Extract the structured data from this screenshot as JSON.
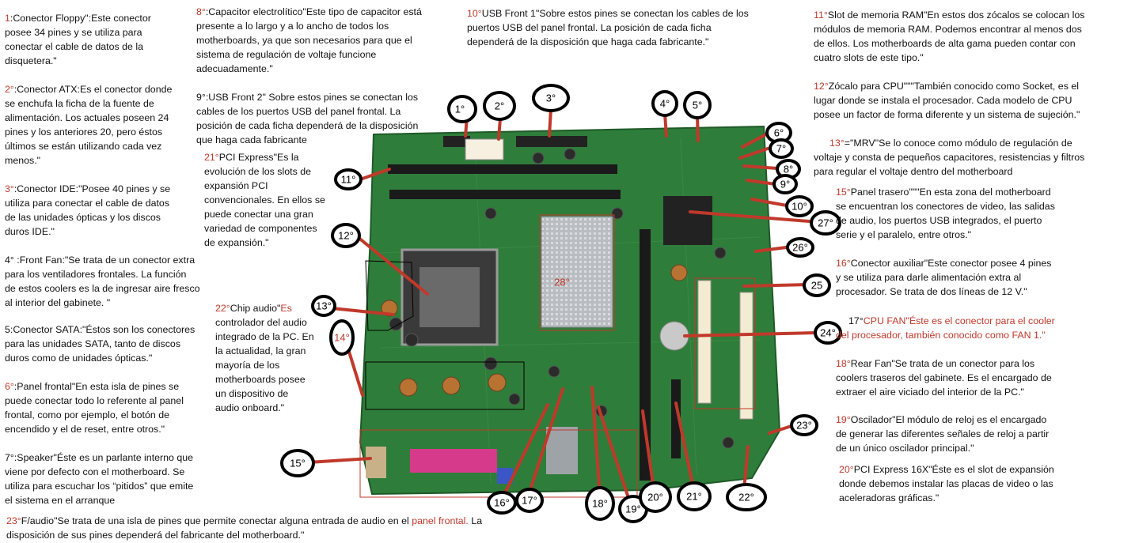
{
  "notes": {
    "n1": {
      "num": "1",
      "text": ":Conector Floppy\":Este conector\nposee 34 pines y se utiliza para\nconectar el cable de datos de la\ndisquetera.\""
    },
    "n2": {
      "num": "2°",
      "text": ":Conector ATX:Es el conector donde\nse enchufa la ficha de la fuente de\nalimentación. Los actuales poseen 24\npines y los anteriores 20, pero éstos\núltimos se están utilizando cada vez\nmenos.\""
    },
    "n3": {
      "num": "3°",
      "text": ":Conector IDE:\"Posee 40 pines y se\nutiliza para conectar el cable de datos\nde las unidades ópticas y los discos\nduros IDE.\""
    },
    "n4": {
      "num": "4° ",
      "text": ":Front Fan:\"Se trata de un conector extra\npara los ventiladores frontales. La función\nde estos coolers es la de ingresar aire fresco\nal interior del gabinete. \""
    },
    "n5": {
      "num": "5",
      "text": ":Conector SATA:\"Éstos son los conectores\npara las unidades SATA, tanto de discos\nduros como de unidades ópticas.\""
    },
    "n6": {
      "num": "6°",
      "text": ":Panel frontal\"En esta isla de pines se\npuede conectar todo lo referente al panel\nfrontal, como por ejemplo, el botón de\nencendido y el de reset, entre otros.\""
    },
    "n7": {
      "num": "7°",
      "text": ":Speaker\"Éste es un parlante interno que\nviene por defecto con el motherboard. Se\nutiliza para escuchar los “pitidos” que emite\nel sistema en el arranque"
    },
    "n8": {
      "num": "8°",
      "text": ":Capacitor electrolítico\"Este tipo de capacitor está\npresente a lo largo y a lo ancho de todos los\nmotherboards, ya que son necesarios para que el\nsistema de regulación de voltaje funcione\nadecuadamente.\""
    },
    "n9": {
      "num": "9°",
      "text": ":USB Front 2\" Sobre estos pines se conectan los\ncables de los puertos USB del panel frontal. La\nposición de cada ficha dependerá de la disposición\nque haga cada fabricante"
    },
    "n10": {
      "num": "10°",
      "text": "USB Front 1\"Sobre estos pines se conectan los cables de los\npuertos USB del panel frontal. La posición de cada ficha\ndependerá de la disposición que haga cada fabricante.\""
    },
    "n11": {
      "num": "11°",
      "text": "Slot de memoria RAM\"En estos dos zócalos se colocan los\nmódulos de memoria RAM. Podemos encontrar al menos dos\nde ellos. Los motherboards de alta gama pueden contar con\ncuatro slots de este tipo.\""
    },
    "n12": {
      "num": "12°",
      "text": "Zócalo para CPU\"\"\"También conocido como Socket, es el\nlugar donde se instala el procesador. Cada modelo de CPU\nposee un factor de forma diferente y un sistema de sujeción.\""
    },
    "n13": {
      "num": "13°",
      "text": "=\"MRV\"Se lo conoce como módulo de regulación de\nvoltaje y consta de pequeños capacitores, resistencias y filtros\npara regular el voltaje dentro del motherboard"
    },
    "n15": {
      "num": "15°",
      "text": "Panel trasero\"\"\"En esta zona del motherboard\nse encuentran los conectores de video, las salidas\nde audio, los puertos USB integrados, el puerto\nserie y el paralelo, entre otros.\""
    },
    "n16": {
      "num": "16°",
      "text": "Conector auxiliar\"Este conector posee 4 pines\ny se utiliza para darle alimentación extra al\nprocesador. Se trata de dos líneas de 12 V.\""
    },
    "n17": {
      "num": "17°",
      "text": "CPU FAN\"Éste es el conector para el cooler\ndel procesador, también conocido como FAN 1.\""
    },
    "n18": {
      "num": "18°",
      "text": "Rear Fan\"Se trata de un conector para los\ncoolers traseros del gabinete. Es el encargado de\nextraer el aire viciado del interior de la PC.\""
    },
    "n19": {
      "num": "19°",
      "text": "Oscilador\"El módulo de reloj es el encargado\nde generar las diferentes señales de reloj a partir\nde un único oscilador principal.\""
    },
    "n20": {
      "num": "20°",
      "text": "PCI Express 16X\"Éste es el slot de expansión\ndonde debemos instalar las placas de video o las\naceleradoras gráficas.\""
    },
    "n21": {
      "num": "21°",
      "text": "PCI Express\"Es la\nevolución de los slots de\nexpansión PCI\nconvencionales. En ellos se\npuede conectar una gran\nvariedad de componentes\nde expansión.\""
    },
    "n22": {
      "num": "22°",
      "text": "Chip audio\"",
      "red": "Es ",
      "text2": "\ncontrolador del audio\nintegrado de la PC. En\nla actualidad, la gran\nmayoría de los\nmotherboards posee\nun dispositivo de\naudio onboard.\""
    },
    "n23": {
      "num": "23°",
      "text": "F/audio\"Se trata de una isla de pines que permite conectar alguna entrada de audio en el ",
      "red": "panel frontal.",
      "text2": " La\ndisposición de sus pines dependerá del fabricante del motherboard.\""
    }
  },
  "callouts": [
    "1°",
    "2°",
    "3°",
    "4°",
    "5°",
    "6°",
    "7°",
    "8°",
    "9°",
    "10°",
    "11°",
    "12°",
    "13°",
    "14°",
    "15°",
    "16°",
    "17°",
    "18°",
    "19°",
    "20°",
    "21°",
    "22°",
    "23°",
    "24°",
    "25",
    "26°",
    "27°",
    "28°"
  ],
  "colors": {
    "board": "#2f7d3a",
    "red": "#c0392b",
    "slot": "#1a1a1a",
    "pci": "#f4ecd2"
  }
}
